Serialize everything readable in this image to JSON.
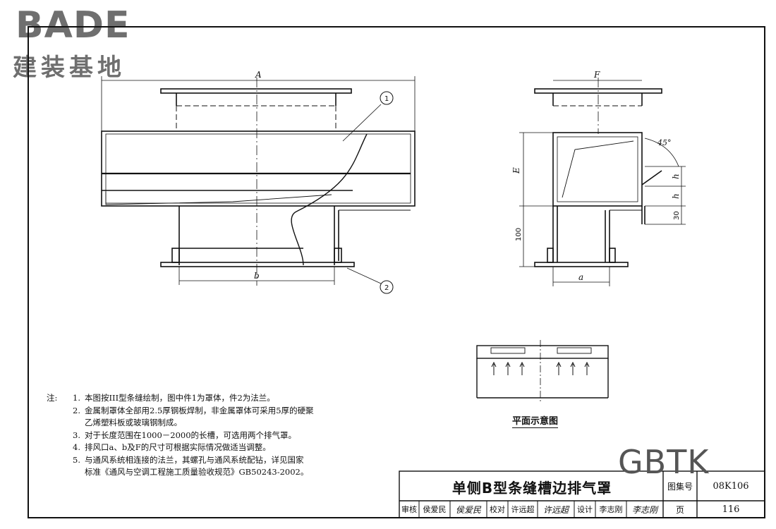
{
  "logo": {
    "brand": "BADE",
    "subtitle": "建装基地"
  },
  "drawing_labels": {
    "dim_A": "A",
    "dim_b": "b",
    "dim_F": "F",
    "dim_E": "E",
    "dim_a": "a",
    "dim_h1": "h",
    "dim_h2": "h",
    "dim_30": "30",
    "dim_100": "100",
    "angle": "45°",
    "part_1": "1",
    "part_2": "2"
  },
  "plan_caption": "平面示意图",
  "notes": {
    "label": "注:",
    "items": [
      {
        "num": "1.",
        "text": "本图按III型条缝绘制，图中件1为罩体，件2为法兰。"
      },
      {
        "num": "2.",
        "text": "金属制罩体全部用2.5厚钢板焊制，非金属罩体可采用5厚的硬聚"
      },
      {
        "num": "",
        "text": "乙烯塑料板或玻璃钢制成。"
      },
      {
        "num": "3.",
        "text": "对于长度范围在1000－2000的长槽，可选用两个排气罩。"
      },
      {
        "num": "4.",
        "text": "排风口a、b及F的尺寸可根据实际情况做适当调整。"
      },
      {
        "num": "5.",
        "text": "与通风系统相连接的法兰，其螺孔与通风系统配钻，详见国家"
      },
      {
        "num": "",
        "text": "标准《通风与空调工程施工质量验收规范》GB50243-2002。"
      }
    ]
  },
  "watermark": "GBTK",
  "title_block": {
    "title": "单侧B型条缝槽边排气罩",
    "atlas_label": "图集号",
    "atlas_no": "08K106",
    "page_label": "页",
    "page_no": "116",
    "review_label": "审核",
    "reviewer": "侯爱民",
    "reviewer_sig": "侯爱民",
    "check_label": "校对",
    "checker": "许远超",
    "checker_sig": "许远超",
    "design_label": "设计",
    "designer": "李志刚",
    "designer_sig": "李志刚"
  }
}
